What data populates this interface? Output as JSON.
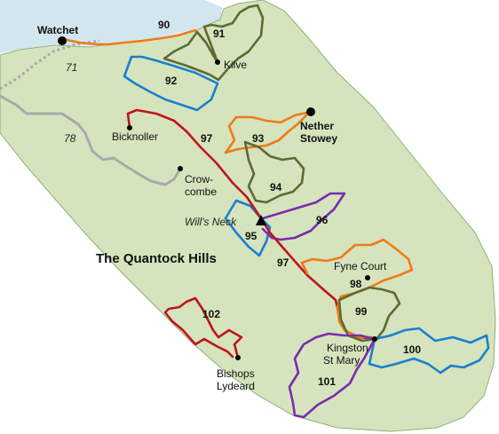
{
  "map": {
    "title": "The Quantock Hills",
    "colors": {
      "land": "#d5e4bd",
      "sea": "#d2e6ee",
      "grey_road": "#a9a9a9",
      "red": "#c0141c",
      "orange": "#ef7a1a",
      "olive": "#5e6a32",
      "blue": "#1a7fd0",
      "purple": "#7a2bb0"
    },
    "places": {
      "watchet": "Watchet",
      "kilve": "Kilve",
      "nether_stowey_1": "Nether",
      "nether_stowey_2": "Stowey",
      "bicknoller": "Bicknoller",
      "crowcombe_1": "Crow-",
      "crowcombe_2": "combe",
      "wills_neck": "Will's Neck",
      "fyne_court": "Fyne Court",
      "kingston_1": "Kingston",
      "kingston_2": "St Mary",
      "bishops_1": "Bishops",
      "bishops_2": "Lydeard"
    },
    "roads": {
      "r71": "71",
      "r78": "78"
    },
    "routes": {
      "r90": "90",
      "r91": "91",
      "r92": "92",
      "r93": "93",
      "r94": "94",
      "r95": "95",
      "r96": "96",
      "r97a": "97",
      "r97b": "97",
      "r98": "98",
      "r99": "99",
      "r100": "100",
      "r101": "101",
      "r102": "102"
    }
  }
}
